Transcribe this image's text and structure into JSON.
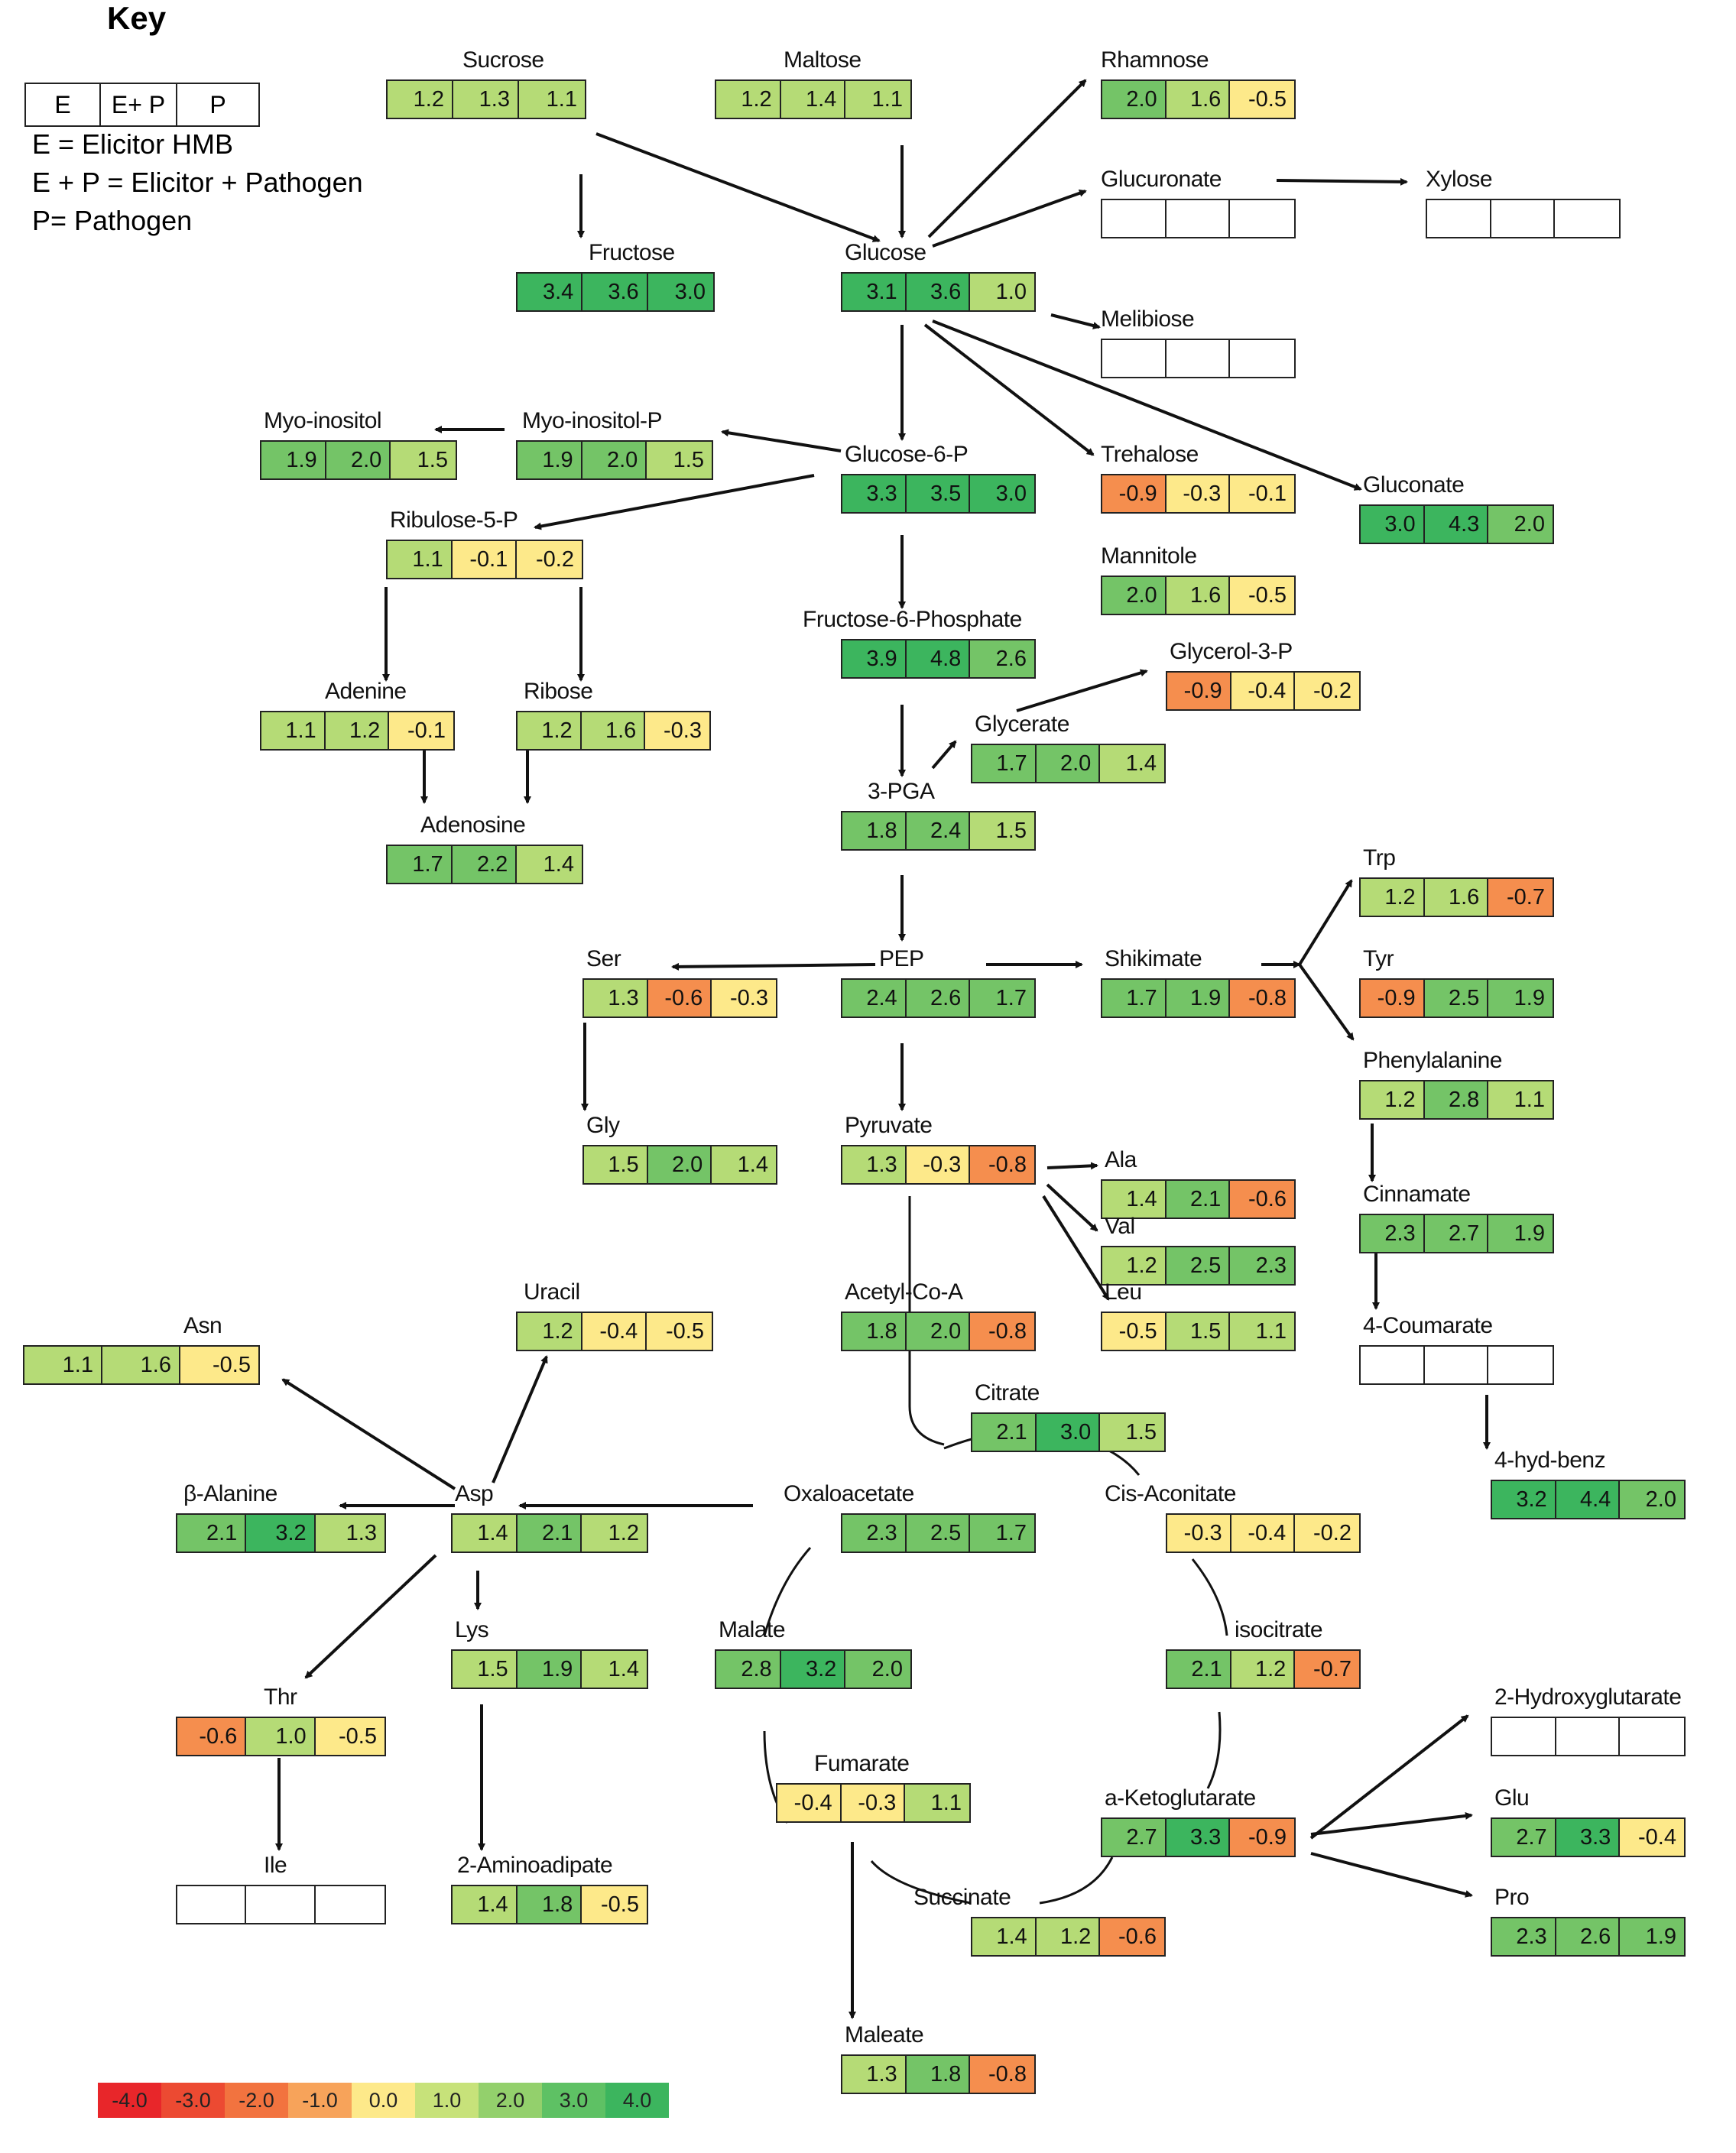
{
  "key": {
    "title": "Key",
    "columns": [
      "E",
      "E+ P",
      "P"
    ],
    "legend": [
      "E = Elicitor HMB",
      "E + P = Elicitor + Pathogen",
      "P= Pathogen"
    ]
  },
  "colors": {
    "red": "#e8262a",
    "orange": "#f58e4e",
    "yellow": "#fde98a",
    "light_green": "#b5db76",
    "green": "#74c467",
    "dark_green": "#3cb55e",
    "empty": "#ffffff"
  },
  "color_scale": [
    "-4.0",
    "-3.0",
    "-2.0",
    "-1.0",
    "0.0",
    "1.0",
    "2.0",
    "3.0",
    "4.0"
  ],
  "nodes": [
    {
      "id": "sucrose",
      "label": "Sucrose",
      "values": [
        "1.2",
        "1.3",
        "1.1"
      ]
    },
    {
      "id": "maltose",
      "label": "Maltose",
      "values": [
        "1.2",
        "1.4",
        "1.1"
      ]
    },
    {
      "id": "rhamnose",
      "label": "Rhamnose",
      "values": [
        "2.0",
        "1.6",
        "-0.5"
      ]
    },
    {
      "id": "glucuronate",
      "label": "Glucuronate",
      "values": [
        "",
        "",
        ""
      ]
    },
    {
      "id": "xylose",
      "label": "Xylose",
      "values": [
        "",
        "",
        ""
      ]
    },
    {
      "id": "fructose",
      "label": "Fructose",
      "values": [
        "3.4",
        "3.6",
        "3.0"
      ]
    },
    {
      "id": "glucose",
      "label": "Glucose",
      "values": [
        "3.1",
        "3.6",
        "1.0"
      ]
    },
    {
      "id": "melibiose",
      "label": "Melibiose",
      "values": [
        "",
        "",
        ""
      ]
    },
    {
      "id": "myo-inositol",
      "label": "Myo-inositol",
      "values": [
        "1.9",
        "2.0",
        "1.5"
      ]
    },
    {
      "id": "myo-inositol-p",
      "label": "Myo-inositol-P",
      "values": [
        "1.9",
        "2.0",
        "1.5"
      ]
    },
    {
      "id": "glucose-6-p",
      "label": "Glucose-6-P",
      "values": [
        "3.3",
        "3.5",
        "3.0"
      ]
    },
    {
      "id": "trehalose",
      "label": "Trehalose",
      "values": [
        "-0.9",
        "-0.3",
        "-0.1"
      ]
    },
    {
      "id": "gluconate",
      "label": "Gluconate",
      "values": [
        "3.0",
        "4.3",
        "2.0"
      ]
    },
    {
      "id": "ribulose-5-p",
      "label": "Ribulose-5-P",
      "values": [
        "1.1",
        "-0.1",
        "-0.2"
      ]
    },
    {
      "id": "mannitole",
      "label": "Mannitole",
      "values": [
        "2.0",
        "1.6",
        "-0.5"
      ]
    },
    {
      "id": "fructose-6-phosphate",
      "label": "Fructose-6-Phosphate",
      "values": [
        "3.9",
        "4.8",
        "2.6"
      ]
    },
    {
      "id": "glycerol-3-p",
      "label": "Glycerol-3-P",
      "values": [
        "-0.9",
        "-0.4",
        "-0.2"
      ]
    },
    {
      "id": "adenine",
      "label": "Adenine",
      "values": [
        "1.1",
        "1.2",
        "-0.1"
      ]
    },
    {
      "id": "ribose",
      "label": "Ribose",
      "values": [
        "1.2",
        "1.6",
        "-0.3"
      ]
    },
    {
      "id": "glycerate",
      "label": "Glycerate",
      "values": [
        "1.7",
        "2.0",
        "1.4"
      ]
    },
    {
      "id": "3-pga",
      "label": "3-PGA",
      "values": [
        "1.8",
        "2.4",
        "1.5"
      ]
    },
    {
      "id": "adenosine",
      "label": "Adenosine",
      "values": [
        "1.7",
        "2.2",
        "1.4"
      ]
    },
    {
      "id": "trp",
      "label": "Trp",
      "values": [
        "1.2",
        "1.6",
        "-0.7"
      ]
    },
    {
      "id": "ser",
      "label": "Ser",
      "values": [
        "1.3",
        "-0.6",
        "-0.3"
      ]
    },
    {
      "id": "pep",
      "label": "PEP",
      "values": [
        "2.4",
        "2.6",
        "1.7"
      ]
    },
    {
      "id": "shikimate",
      "label": "Shikimate",
      "values": [
        "1.7",
        "1.9",
        "-0.8"
      ]
    },
    {
      "id": "tyr",
      "label": "Tyr",
      "values": [
        "-0.9",
        "2.5",
        "1.9"
      ]
    },
    {
      "id": "phenylalanine",
      "label": "Phenylalanine",
      "values": [
        "1.2",
        "2.8",
        "1.1"
      ]
    },
    {
      "id": "gly",
      "label": "Gly",
      "values": [
        "1.5",
        "2.0",
        "1.4"
      ]
    },
    {
      "id": "pyruvate",
      "label": "Pyruvate",
      "values": [
        "1.3",
        "-0.3",
        "-0.8"
      ]
    },
    {
      "id": "ala",
      "label": "Ala",
      "values": [
        "1.4",
        "2.1",
        "-0.6"
      ]
    },
    {
      "id": "cinnamate",
      "label": "Cinnamate",
      "values": [
        "2.3",
        "2.7",
        "1.9"
      ]
    },
    {
      "id": "val",
      "label": "Val",
      "values": [
        "1.2",
        "2.5",
        "2.3"
      ]
    },
    {
      "id": "asn",
      "label": "Asn",
      "values": [
        "1.1",
        "1.6",
        "-0.5"
      ]
    },
    {
      "id": "uracil",
      "label": "Uracil",
      "values": [
        "1.2",
        "-0.4",
        "-0.5"
      ]
    },
    {
      "id": "acetyl-co-a",
      "label": "Acetyl-Co-A",
      "values": [
        "1.8",
        "2.0",
        "-0.8"
      ]
    },
    {
      "id": "leu",
      "label": "Leu",
      "values": [
        "-0.5",
        "1.5",
        "1.1"
      ]
    },
    {
      "id": "4-coumarate",
      "label": "4-Coumarate",
      "values": [
        "",
        "",
        ""
      ]
    },
    {
      "id": "citrate",
      "label": "Citrate",
      "values": [
        "2.1",
        "3.0",
        "1.5"
      ]
    },
    {
      "id": "b-alanine",
      "label": "β-Alanine",
      "values": [
        "2.1",
        "3.2",
        "1.3"
      ]
    },
    {
      "id": "asp",
      "label": "Asp",
      "values": [
        "1.4",
        "2.1",
        "1.2"
      ]
    },
    {
      "id": "oxaloacetate",
      "label": "Oxaloacetate",
      "values": [
        "2.3",
        "2.5",
        "1.7"
      ]
    },
    {
      "id": "cis-aconitate",
      "label": "Cis-Aconitate",
      "values": [
        "-0.3",
        "-0.4",
        "-0.2"
      ]
    },
    {
      "id": "4-hyd-benz",
      "label": "4-hyd-benz",
      "values": [
        "3.2",
        "4.4",
        "2.0"
      ]
    },
    {
      "id": "lys",
      "label": "Lys",
      "values": [
        "1.5",
        "1.9",
        "1.4"
      ]
    },
    {
      "id": "malate",
      "label": "Malate",
      "values": [
        "2.8",
        "3.2",
        "2.0"
      ]
    },
    {
      "id": "isocitrate",
      "label": "isocitrate",
      "values": [
        "2.1",
        "1.2",
        "-0.7"
      ]
    },
    {
      "id": "thr",
      "label": "Thr",
      "values": [
        "-0.6",
        "1.0",
        "-0.5"
      ]
    },
    {
      "id": "2-hydroxyglutarate",
      "label": "2-Hydroxyglutarate",
      "values": [
        "",
        "",
        ""
      ]
    },
    {
      "id": "fumarate",
      "label": "Fumarate",
      "values": [
        "-0.4",
        "-0.3",
        "1.1"
      ]
    },
    {
      "id": "a-ketoglutarate",
      "label": "a-Ketoglutarate",
      "values": [
        "2.7",
        "3.3",
        "-0.9"
      ]
    },
    {
      "id": "glu",
      "label": "Glu",
      "values": [
        "2.7",
        "3.3",
        "-0.4"
      ]
    },
    {
      "id": "ile",
      "label": "Ile",
      "values": [
        "",
        "",
        ""
      ]
    },
    {
      "id": "2-aminoadipate",
      "label": "2-Aminoadipate",
      "values": [
        "1.4",
        "1.8",
        "-0.5"
      ]
    },
    {
      "id": "succinate",
      "label": "Succinate",
      "values": [
        "1.4",
        "1.2",
        "-0.6"
      ]
    },
    {
      "id": "pro",
      "label": "Pro",
      "values": [
        "2.3",
        "2.6",
        "1.9"
      ]
    },
    {
      "id": "maleate",
      "label": "Maleate",
      "values": [
        "1.3",
        "1.8",
        "-0.8"
      ]
    }
  ]
}
